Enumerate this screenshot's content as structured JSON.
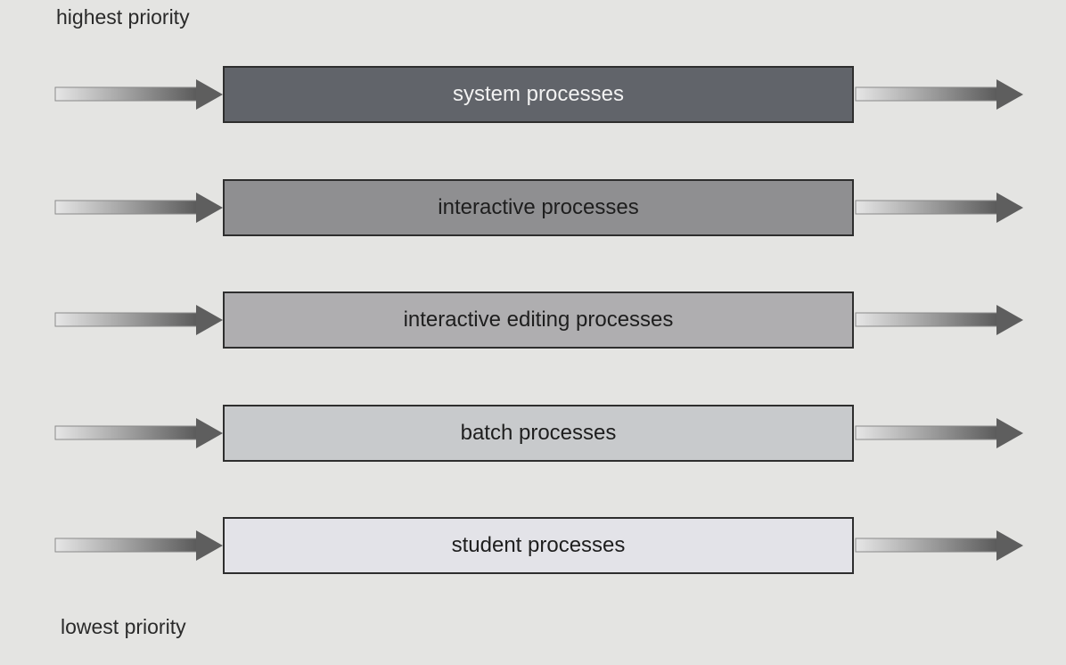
{
  "diagram": {
    "top_label": "highest priority",
    "bottom_label": "lowest priority",
    "queues": [
      {
        "label": "system processes",
        "fill": "#61646a",
        "text_color": "#f2f2f2"
      },
      {
        "label": "interactive processes",
        "fill": "#8f8f91",
        "text_color": "#1e1e1e"
      },
      {
        "label": "interactive editing processes",
        "fill": "#afaeb0",
        "text_color": "#1e1e1e"
      },
      {
        "label": "batch processes",
        "fill": "#c8cacc",
        "text_color": "#1e1e1e"
      },
      {
        "label": "student processes",
        "fill": "#e3e3e8",
        "text_color": "#1e1e1e"
      }
    ]
  }
}
